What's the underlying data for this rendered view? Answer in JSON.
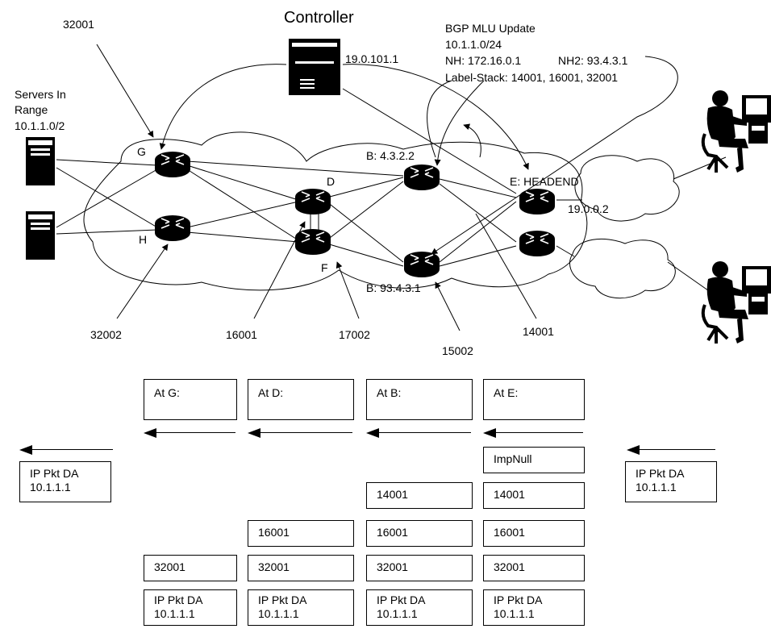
{
  "controller": {
    "title": "Controller",
    "ip": "19.0.101.1"
  },
  "bgp_update": {
    "title": "BGP MLU Update",
    "prefix": "10.1.1.0/24",
    "nh": "NH: 172.16.0.1",
    "nh2": "NH2: 93.4.3.1",
    "label_stack": "Label-Stack: 14001, 16001, 32001"
  },
  "servers": {
    "line1": "Servers In",
    "line2": "Range",
    "line3": "10.1.1.0/2"
  },
  "nodes": {
    "g": "G",
    "h": "H",
    "d": "D",
    "f": "F",
    "b_top": "B: 4.3.2.2",
    "b_bottom": "B: 93.4.3.1",
    "e": "E: HEADEND",
    "e_ip": "19.0.0.2"
  },
  "sid_labels": {
    "l32001": "32001",
    "l32002": "32002",
    "l16001": "16001",
    "l17002": "17002",
    "l15002": "15002",
    "l14001": "14001"
  },
  "stages": [
    {
      "header": "At G:",
      "labels": [
        "",
        "",
        "",
        "32001"
      ],
      "pkt": [
        "IP Pkt DA",
        "10.1.1.1"
      ]
    },
    {
      "header": "At D:",
      "labels": [
        "",
        "",
        "16001",
        "32001"
      ],
      "pkt": [
        "IP Pkt DA",
        "10.1.1.1"
      ]
    },
    {
      "header": "At B:",
      "labels": [
        "",
        "14001",
        "16001",
        "32001"
      ],
      "pkt": [
        "IP Pkt DA",
        "10.1.1.1"
      ]
    },
    {
      "header": "At E:",
      "labels": [
        "ImpNull",
        "14001",
        "16001",
        "32001"
      ],
      "pkt": [
        "IP Pkt DA",
        "10.1.1.1"
      ]
    }
  ],
  "packet_out": [
    "IP Pkt DA",
    "10.1.1.1"
  ],
  "packet_in": [
    "IP Pkt DA",
    "10.1.1.1"
  ]
}
